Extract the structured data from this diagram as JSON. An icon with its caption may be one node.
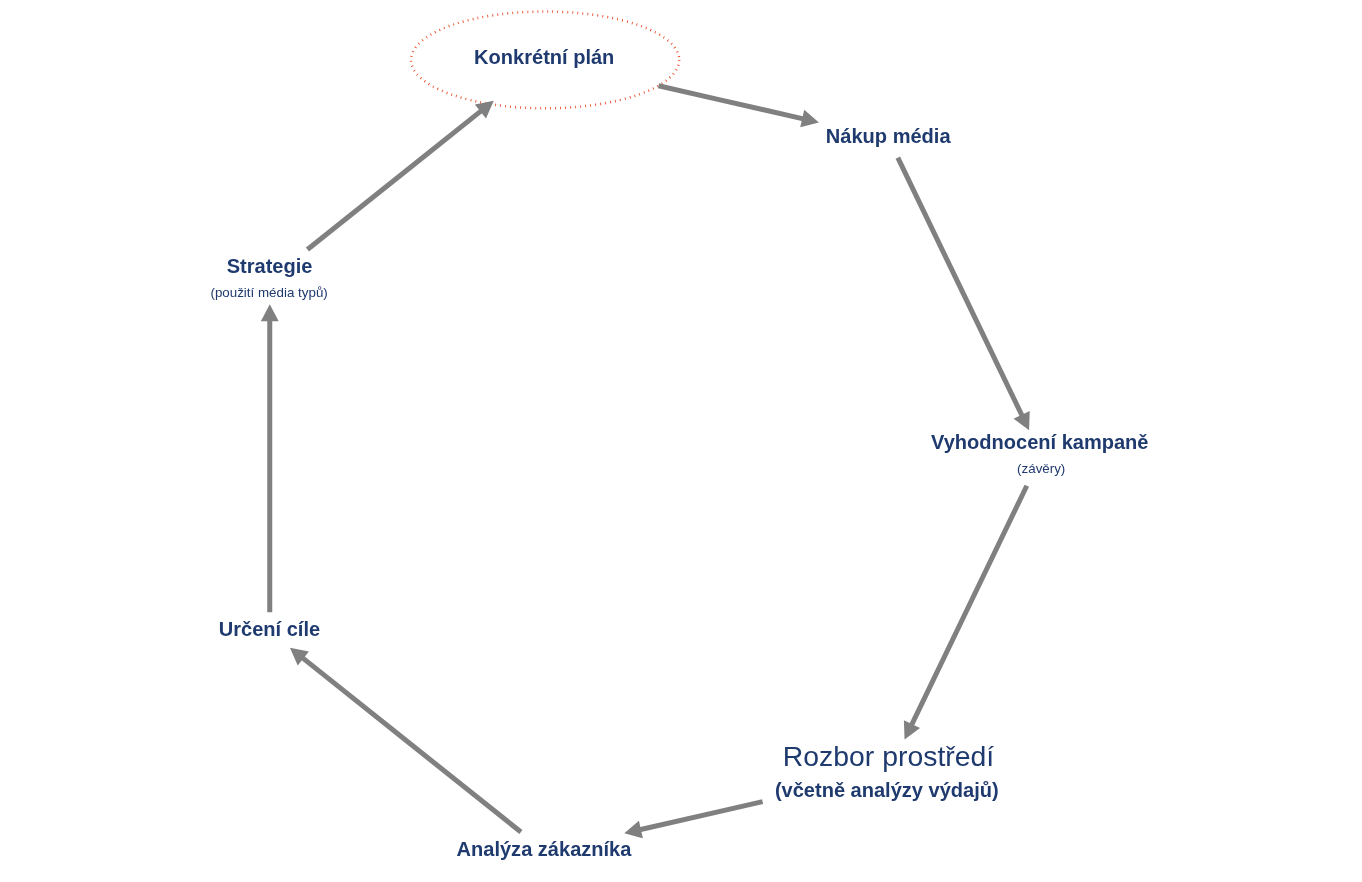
{
  "diagram": {
    "nodes": [
      {
        "text": [
          "Rozbor prostředí",
          "(včetně analýzy výdajů)"
        ]
      },
      {
        "text": [
          "Analýza zákazníka"
        ]
      },
      {
        "text": [
          "Určení cíle"
        ]
      },
      {
        "text": [
          "Strategie",
          "(použití média typů)"
        ]
      },
      {
        "text": [
          "Konkrétní plán"
        ]
      },
      {
        "text": [
          "Nákup média"
        ]
      },
      {
        "text": [
          "Vyhodnocení kampaně",
          "(závěry)"
        ]
      }
    ],
    "edges": [
      {
        "from": 6,
        "to": 0,
        "arrow": "to"
      },
      {
        "from": 0,
        "to": 1,
        "arrow": "to"
      },
      {
        "from": 1,
        "to": 2,
        "arrow": "to"
      },
      {
        "from": 2,
        "to": 3,
        "arrow": "to"
      },
      {
        "from": 3,
        "to": 4,
        "arrow": "to"
      },
      {
        "from": 4,
        "to": 5,
        "arrow": "to"
      },
      {
        "from": 5,
        "to": 6,
        "arrow": "to"
      }
    ]
  }
}
